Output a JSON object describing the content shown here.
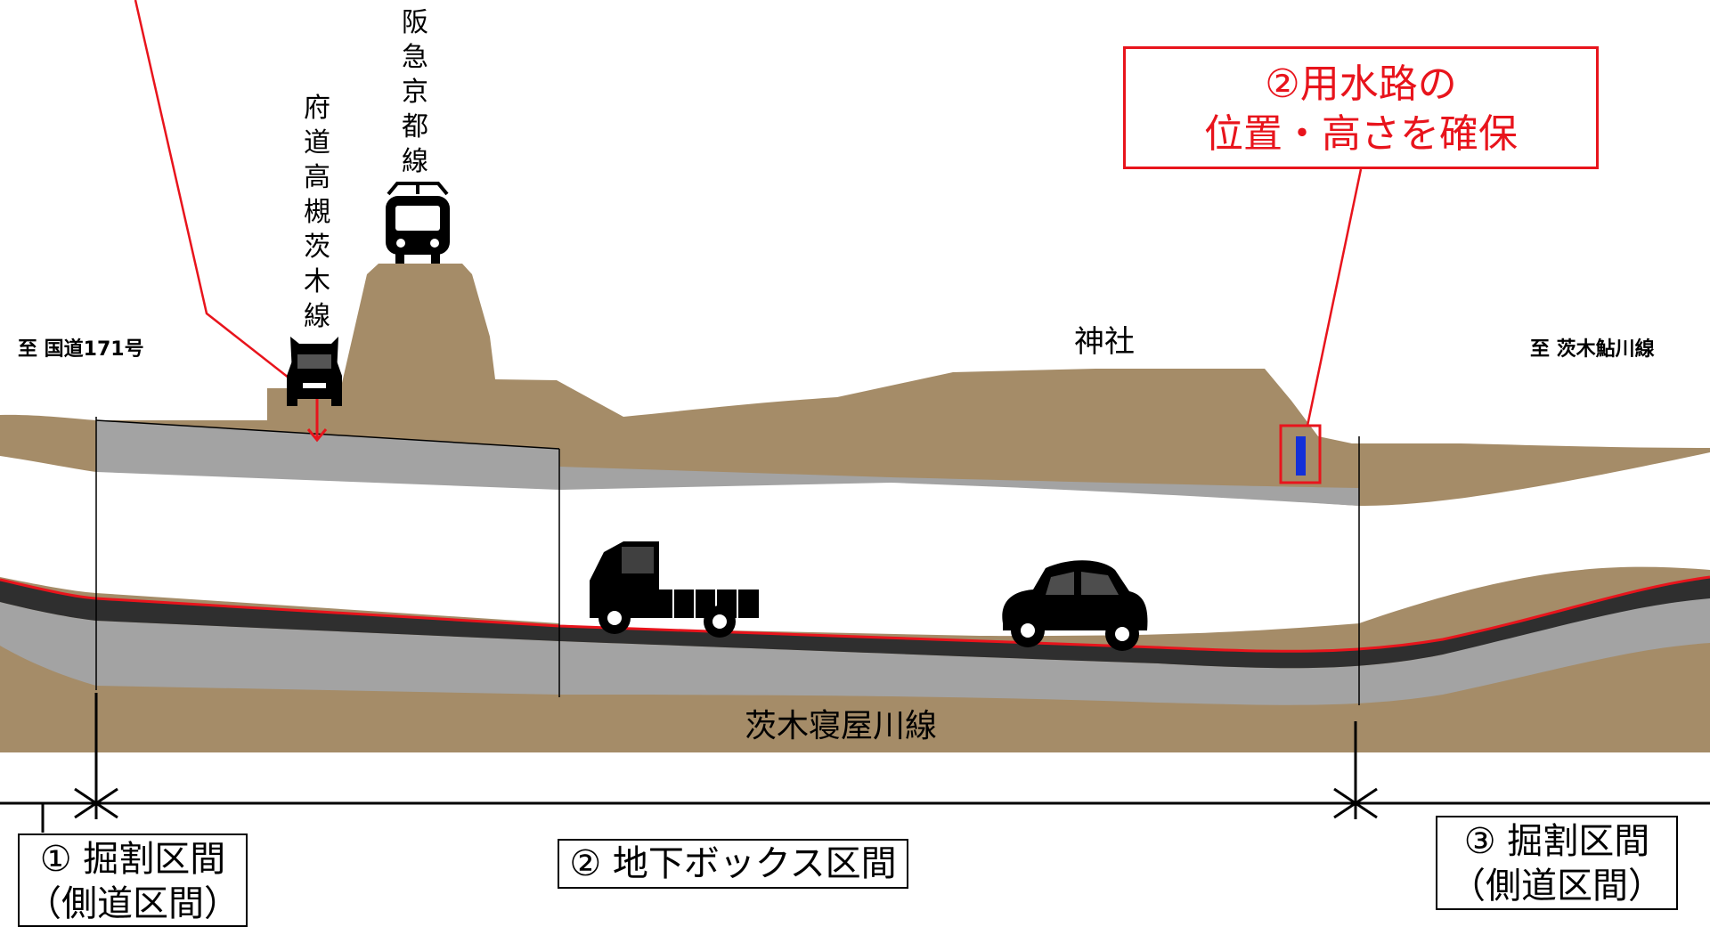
{
  "labels": {
    "railway_vertical": "阪急京都線",
    "road_vertical": "府道高槻茨木線",
    "left_direction": "至 国道171号",
    "right_direction": "至 茨木鮎川線",
    "shrine": "神社",
    "road_below": "茨木寝屋川線"
  },
  "callout": {
    "line1": "②用水路の",
    "line2": "位置・高さを確保"
  },
  "sections": {
    "section1_line1": "① 掘割区間",
    "section1_line2": "（側道区間）",
    "section2": "② 地下ボックス区間",
    "section3_line1": "③ 掘割区間",
    "section3_line2": "（側道区間）"
  },
  "colors": {
    "soil": "#a58c68",
    "concrete": "#a3a3a3",
    "asphalt": "#2f2f2f",
    "accent_red": "#e8141c",
    "waterway_blue": "#1430d8"
  },
  "icons": [
    "train-icon",
    "car-front-icon",
    "pickup-truck-icon",
    "car-side-icon",
    "waterway-icon"
  ]
}
